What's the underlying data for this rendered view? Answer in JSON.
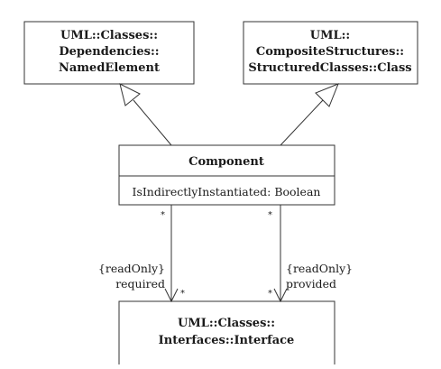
{
  "classes": {
    "named_element": {
      "lines": [
        "UML::Classes::",
        "Dependencies::",
        "NamedElement"
      ]
    },
    "class": {
      "lines": [
        "UML::",
        "CompositeStructures::",
        "StructuredClasses::Class"
      ]
    },
    "component": {
      "name": "Component",
      "attribute": "IsIndirectlyInstantiated: Boolean"
    },
    "interface": {
      "lines": [
        "UML::Classes::",
        "Interfaces::Interface"
      ]
    }
  },
  "associations": {
    "required": {
      "constraint": "{readOnly}",
      "role": "required",
      "source_multiplicity": "*",
      "target_multiplicity": "*"
    },
    "provided": {
      "constraint": "{readOnly}",
      "role": "provided",
      "source_multiplicity": "*",
      "target_multiplicity": "*"
    }
  }
}
